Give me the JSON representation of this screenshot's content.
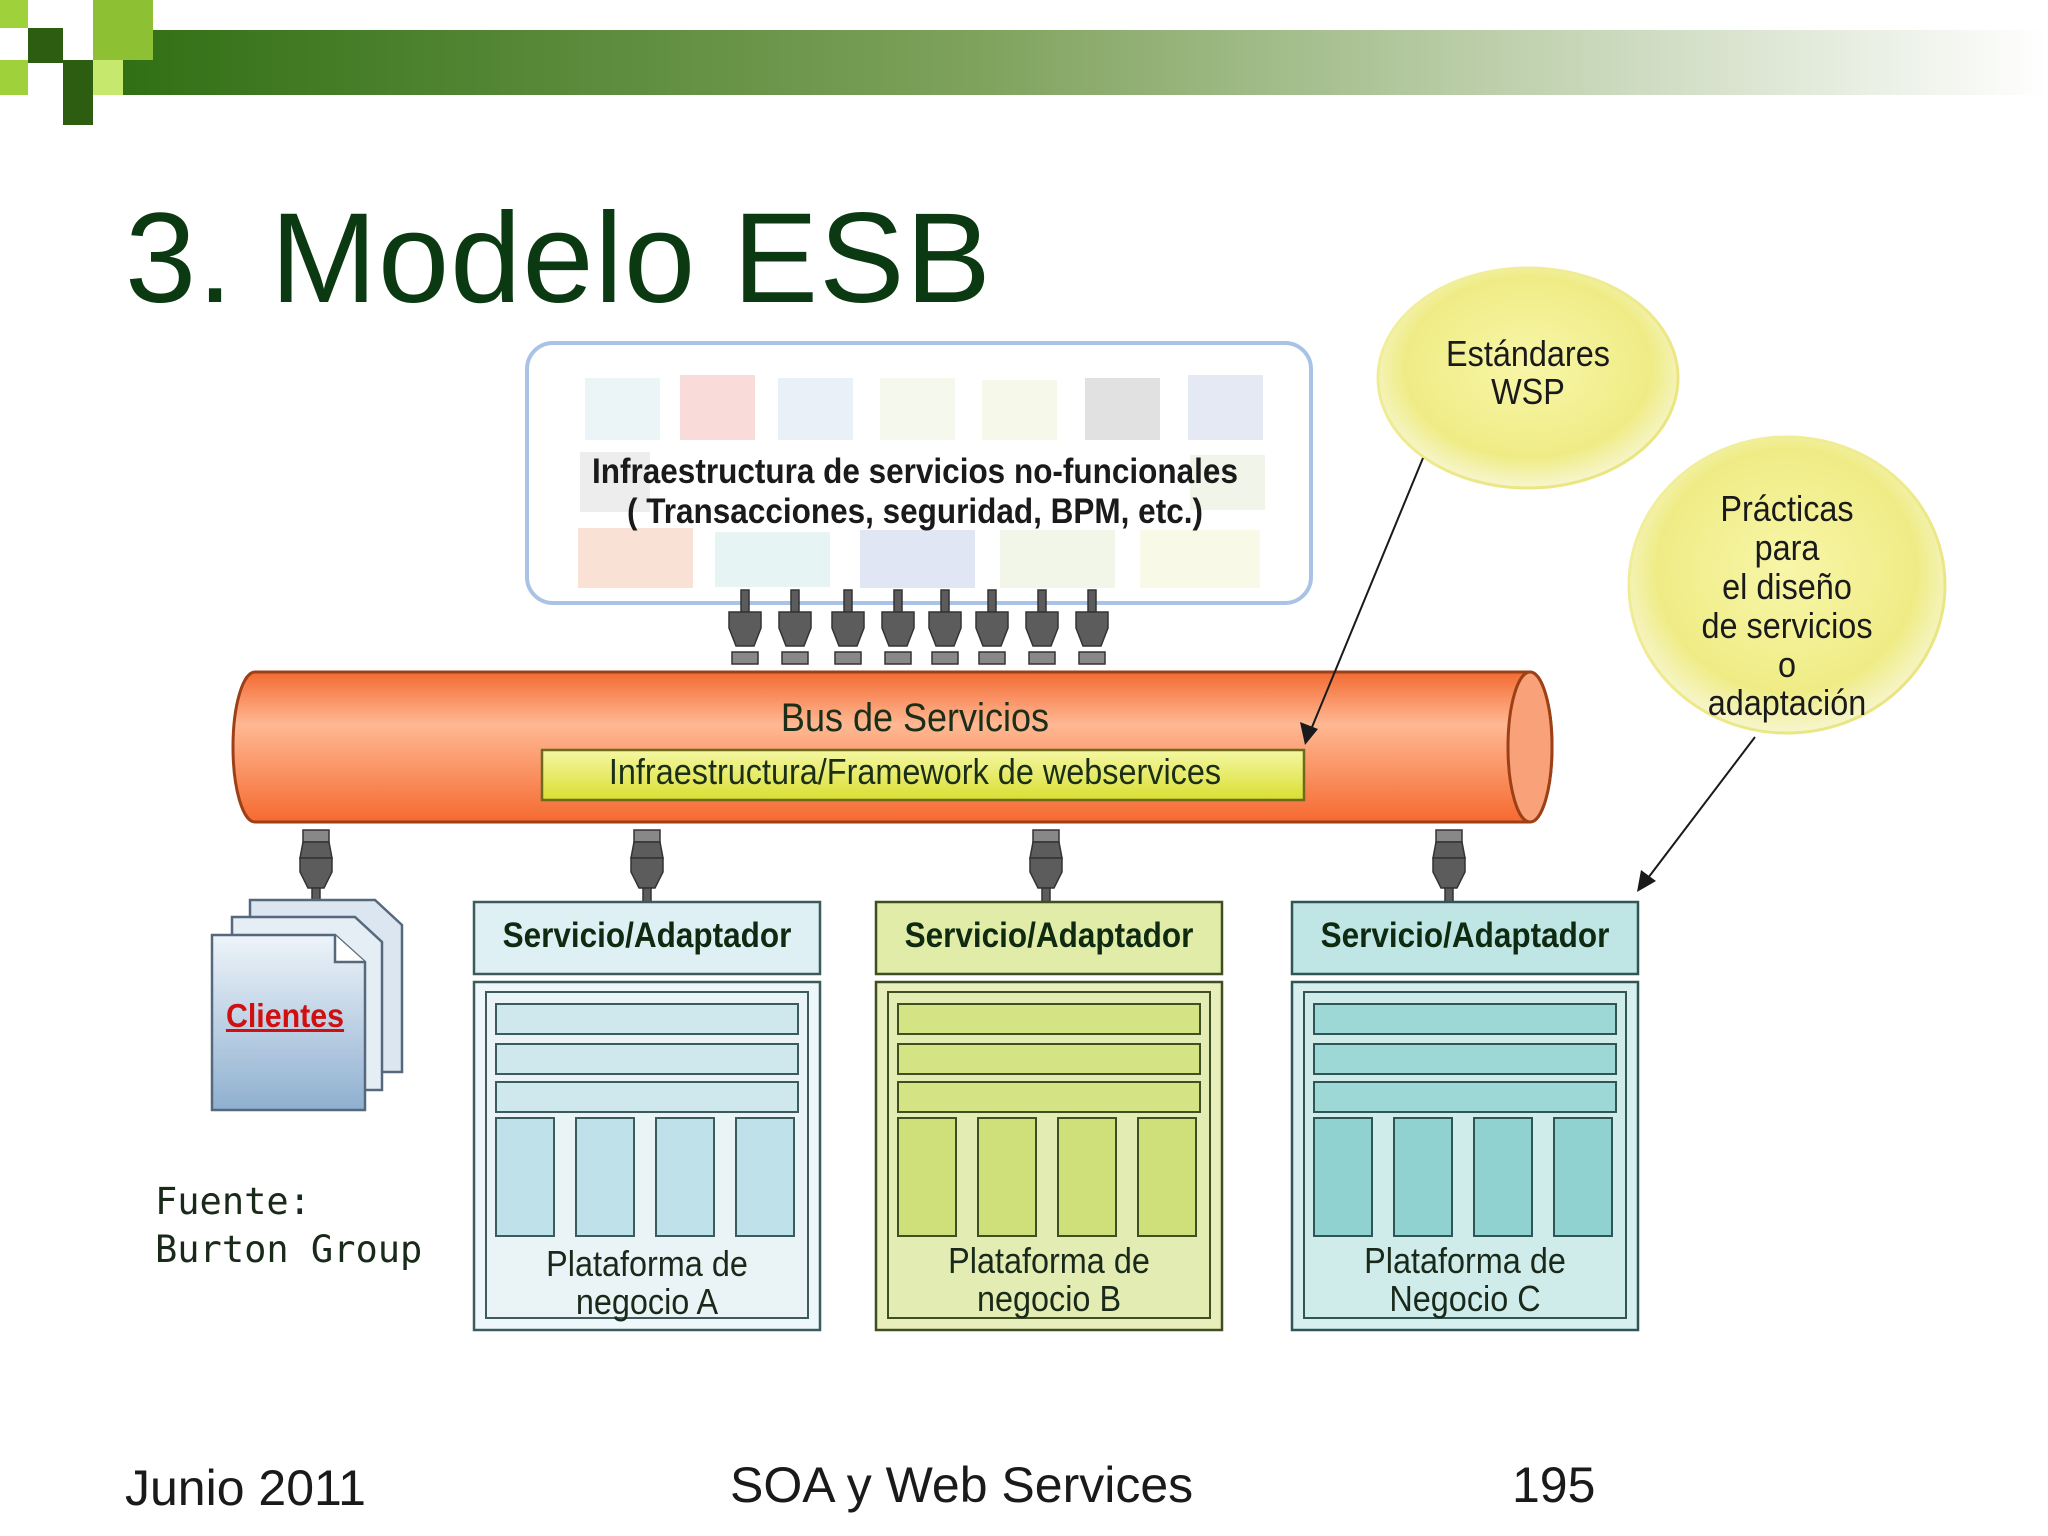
{
  "slide": {
    "title": "3. Modelo ESB",
    "footer_left": "Junio 2011",
    "footer_center": "SOA y Web Services",
    "footer_right": "195"
  },
  "diagram": {
    "infra_line1": "Infraestructura de servicios no-funcionales",
    "infra_line2": "( Transacciones, seguridad, BPM, etc.)",
    "bus_label": "Bus de Servicios",
    "framework_label": "Infraestructura/Framework  de webservices",
    "bubble_wsp_lines": [
      "Estándares",
      "WSP"
    ],
    "bubble_practicas_lines": [
      "Prácticas",
      "para",
      "el diseño",
      "de servicios",
      "o",
      "adaptación"
    ],
    "clients_label": "Clientes",
    "source_lines": [
      "Fuente:",
      "Burton Group"
    ],
    "services": [
      {
        "adapter_label": "Servicio/Adaptador",
        "platform_lines": [
          "Plataforma de",
          "negocio A"
        ]
      },
      {
        "adapter_label": "Servicio/Adaptador",
        "platform_lines": [
          "Plataforma de",
          "negocio B"
        ]
      },
      {
        "adapter_label": "Servicio/Adaptador",
        "platform_lines": [
          "Plataforma de",
          "Negocio C"
        ]
      }
    ]
  },
  "colors": {
    "title": "#0b3a12",
    "bus_orange": "#f7834f",
    "framework_yellow": "#eef06a",
    "bubble_yellow": "#f1ef8f",
    "service_a": "#dff0f4",
    "service_b": "#e1eca8",
    "service_c": "#bfe6e4",
    "clients_red": "#d01010"
  }
}
